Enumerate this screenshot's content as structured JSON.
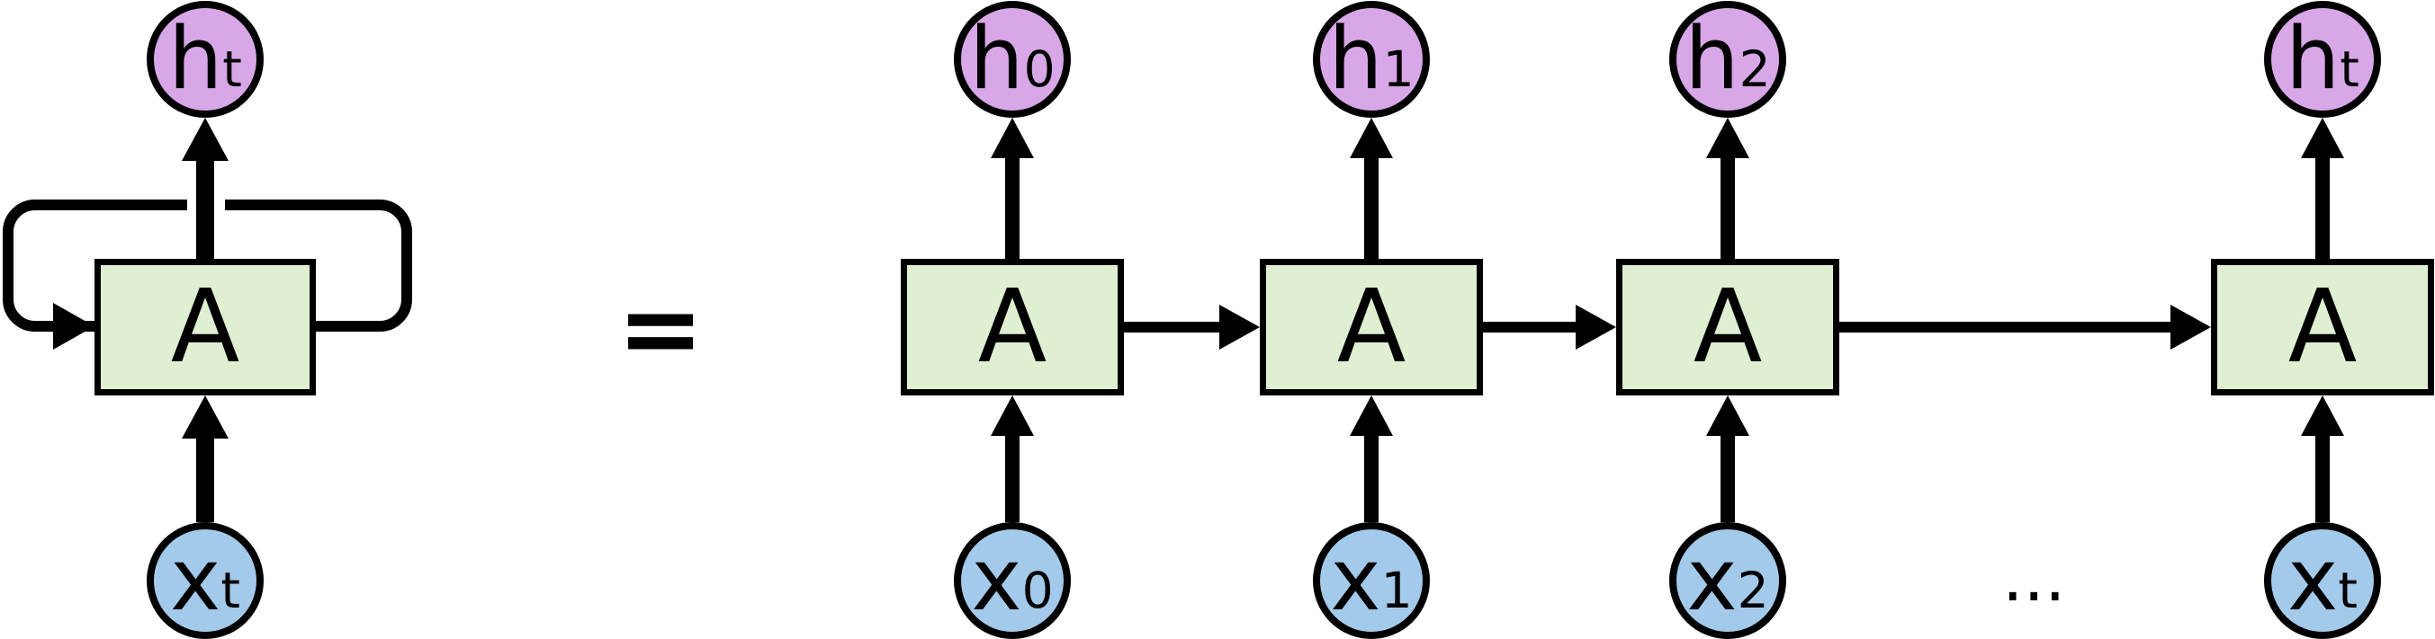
{
  "equals_sign": "=",
  "ellipsis": "...",
  "rolled": {
    "hidden_label": "h",
    "hidden_sub": "t",
    "cell_label": "A",
    "input_label": "x",
    "input_sub": "t"
  },
  "unrolled_units": [
    {
      "hidden_label": "h",
      "hidden_sub": "0",
      "cell_label": "A",
      "input_label": "x",
      "input_sub": "0"
    },
    {
      "hidden_label": "h",
      "hidden_sub": "1",
      "cell_label": "A",
      "input_label": "x",
      "input_sub": "1"
    },
    {
      "hidden_label": "h",
      "hidden_sub": "2",
      "cell_label": "A",
      "input_label": "x",
      "input_sub": "2"
    },
    {
      "hidden_label": "h",
      "hidden_sub": "t",
      "cell_label": "A",
      "input_label": "x",
      "input_sub": "t"
    }
  ],
  "colors": {
    "hidden_node_fill": "#D8A7E8",
    "input_node_fill": "#A3CAEA",
    "cell_fill": "#DFF0D2",
    "line_color": "#000000",
    "background": "#FFFFFF"
  }
}
